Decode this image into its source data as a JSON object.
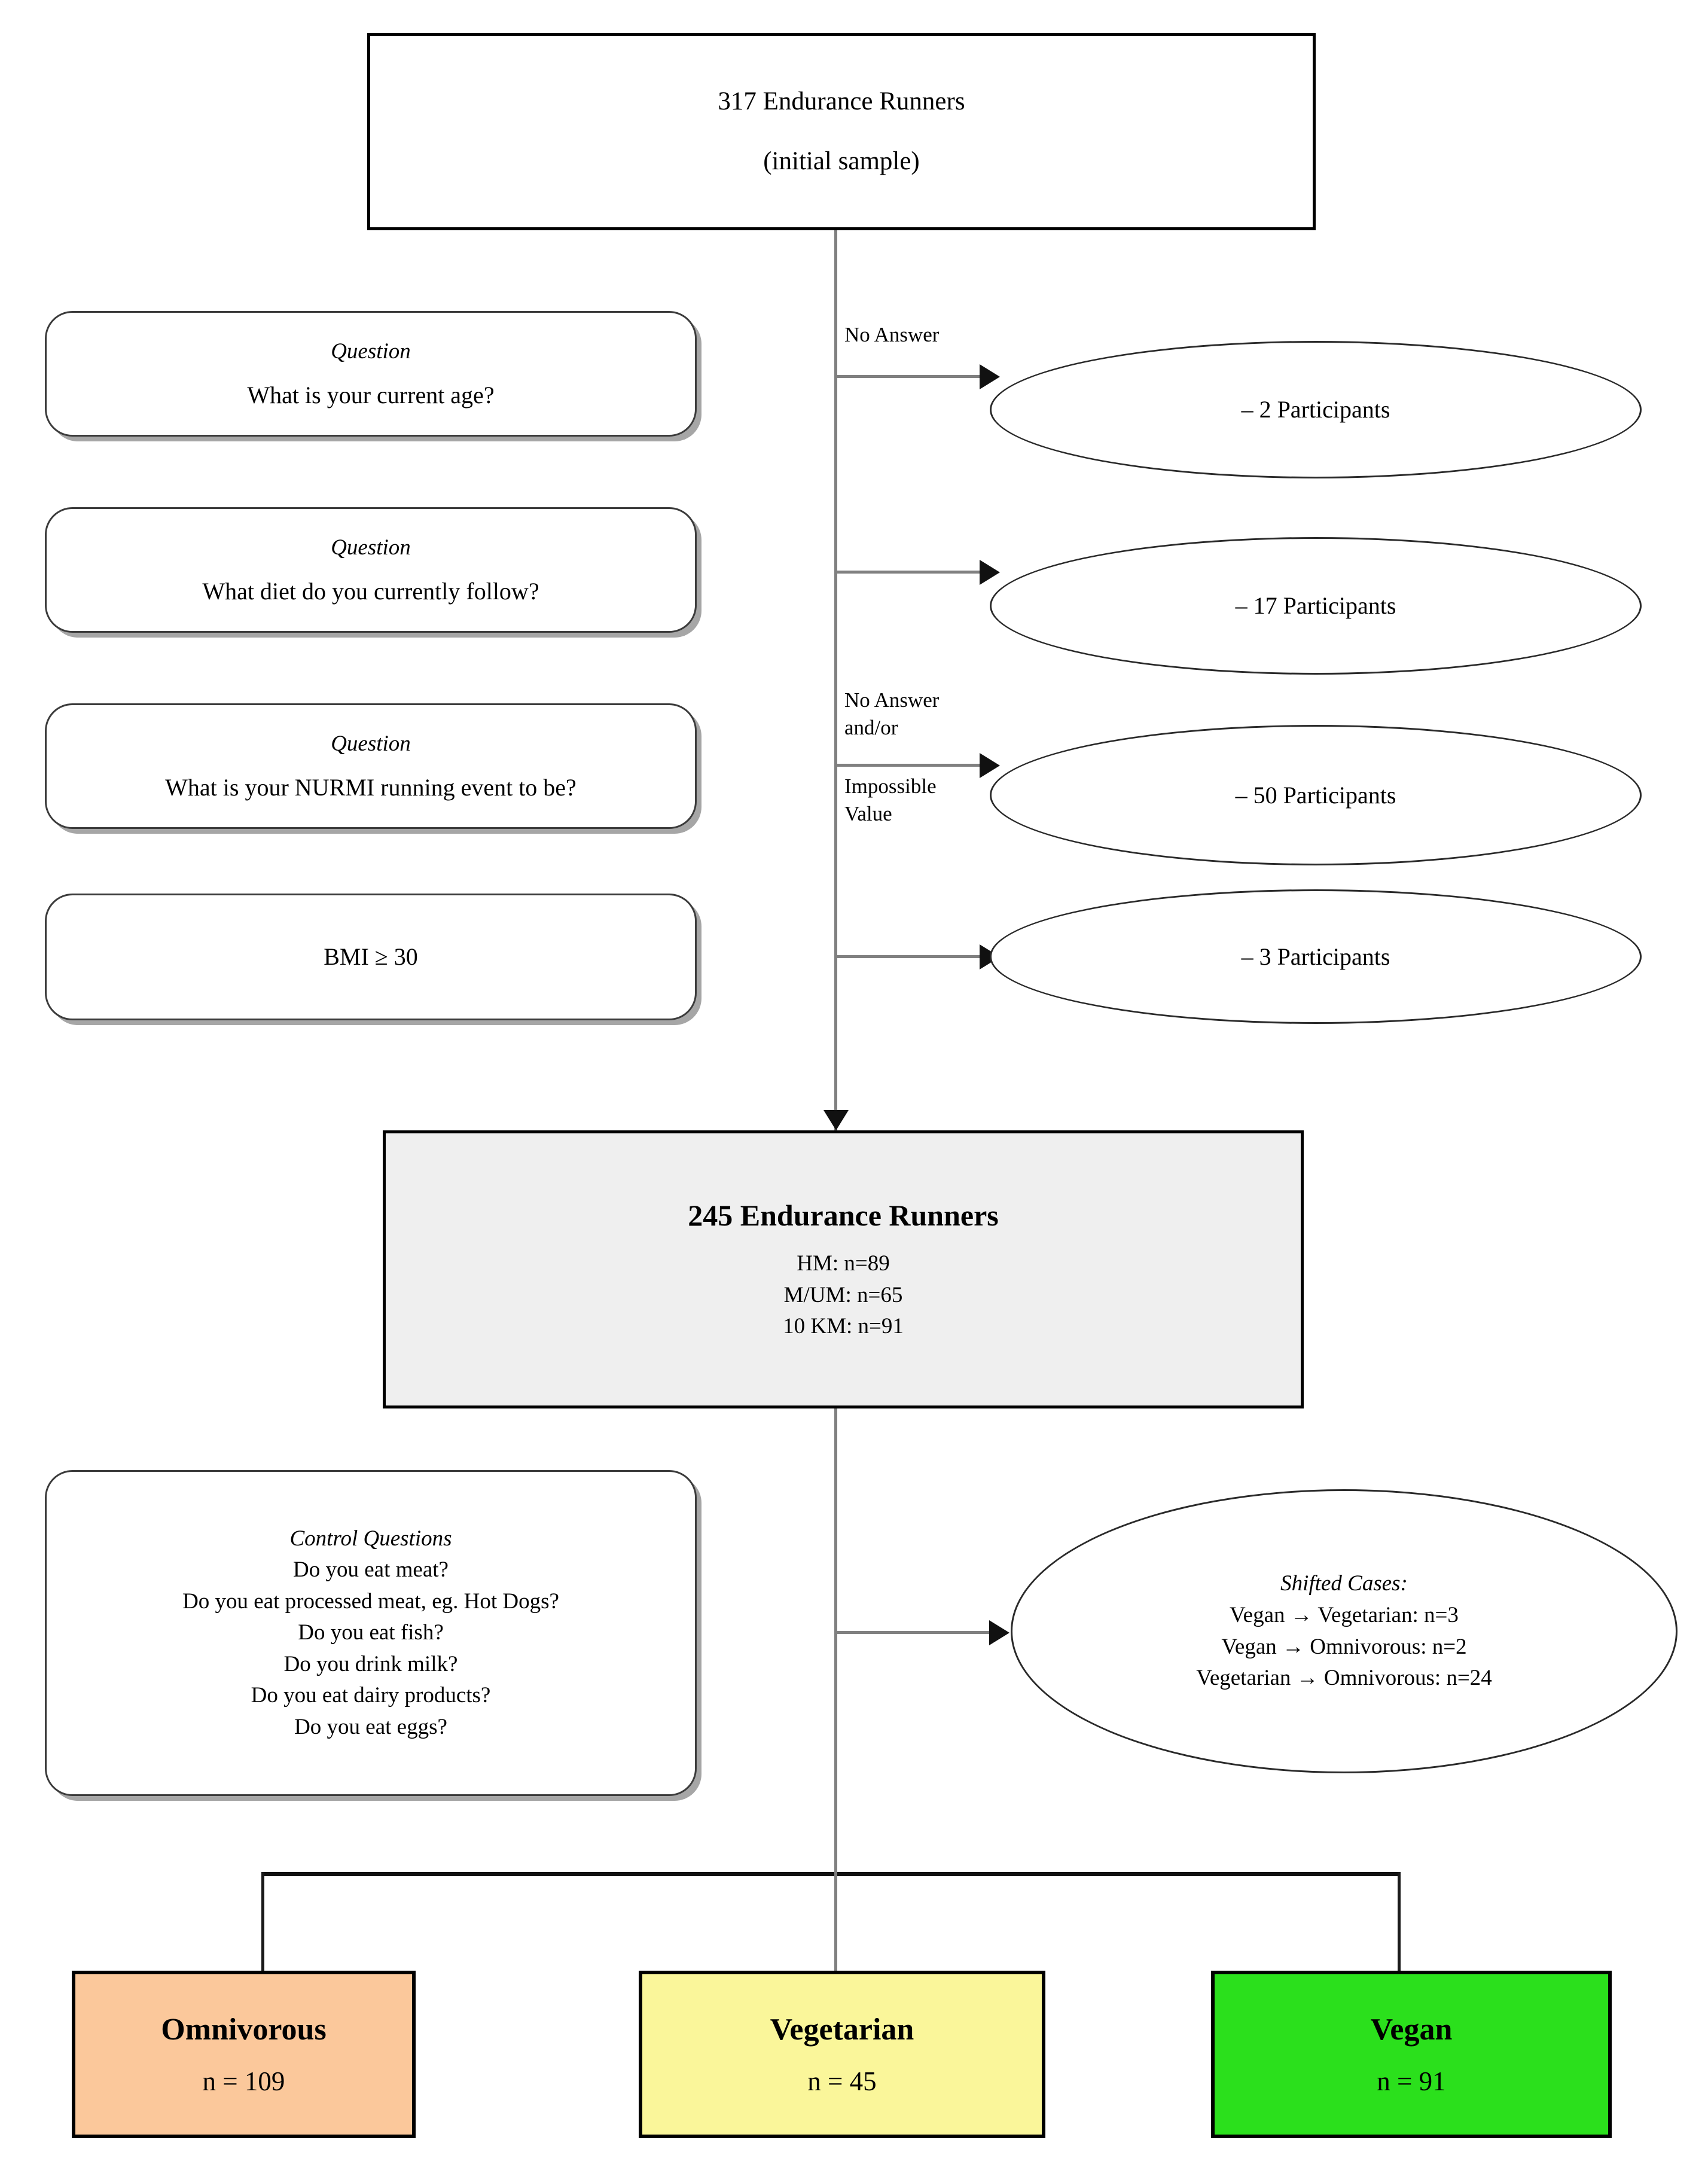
{
  "diagram": {
    "title": "Endurance runner sample flow diagram",
    "top_node": {
      "line1": "317 Endurance Runners",
      "line2": "(initial sample)"
    },
    "exclusion_criteria": [
      {
        "kind_label": "Question",
        "text": "What is your current age?",
        "edge_label": "No Answer",
        "edge_label_below": "",
        "excluded": "– 2 Participants"
      },
      {
        "kind_label": "Question",
        "text": "What diet do you currently follow?",
        "edge_label": "",
        "edge_label_below": "",
        "excluded": "– 17 Participants"
      },
      {
        "kind_label": "Question",
        "text": "What is your NURMI running event to be?",
        "edge_label": "No Answer\nand/or",
        "edge_label_below": "Impossible\nValue",
        "excluded": "– 50 Participants"
      },
      {
        "kind_label": "",
        "text": "BMI ≥ 30",
        "edge_label": "",
        "edge_label_below": "",
        "excluded": "– 3 Participants"
      }
    ],
    "middle_node": {
      "title": "245 Endurance Runners",
      "details": [
        "HM: n=89",
        "M/UM: n=65",
        "10 KM: n=91"
      ]
    },
    "control_questions": {
      "heading": "Control Questions",
      "items": [
        "Do you eat meat?",
        "Do you eat processed meat, eg. Hot Dogs?",
        "Do you eat fish?",
        "Do you drink milk?",
        "Do you eat dairy products?",
        "Do you eat eggs?"
      ]
    },
    "shifted_cases": {
      "heading": "Shifted Cases:",
      "items": [
        "Vegan → Vegetarian: n=3",
        "Vegan → Omnivorous: n=2",
        "Vegetarian → Omnivorous: n=24"
      ]
    },
    "outcomes": [
      {
        "label": "Omnivorous",
        "n": "n = 109",
        "color": "#FBC89B"
      },
      {
        "label": "Vegetarian",
        "n": "n = 45",
        "color": "#FAF69A"
      },
      {
        "label": "Vegan",
        "n": "n = 91",
        "color": "#2BE01C"
      }
    ],
    "colors": {
      "omnivorous": "#FBC89B",
      "vegetarian": "#FAF69A",
      "vegan": "#2BE01C",
      "middle_node_fill": "#EFEFEF",
      "connector": "#808080",
      "outline": "#000000"
    }
  }
}
